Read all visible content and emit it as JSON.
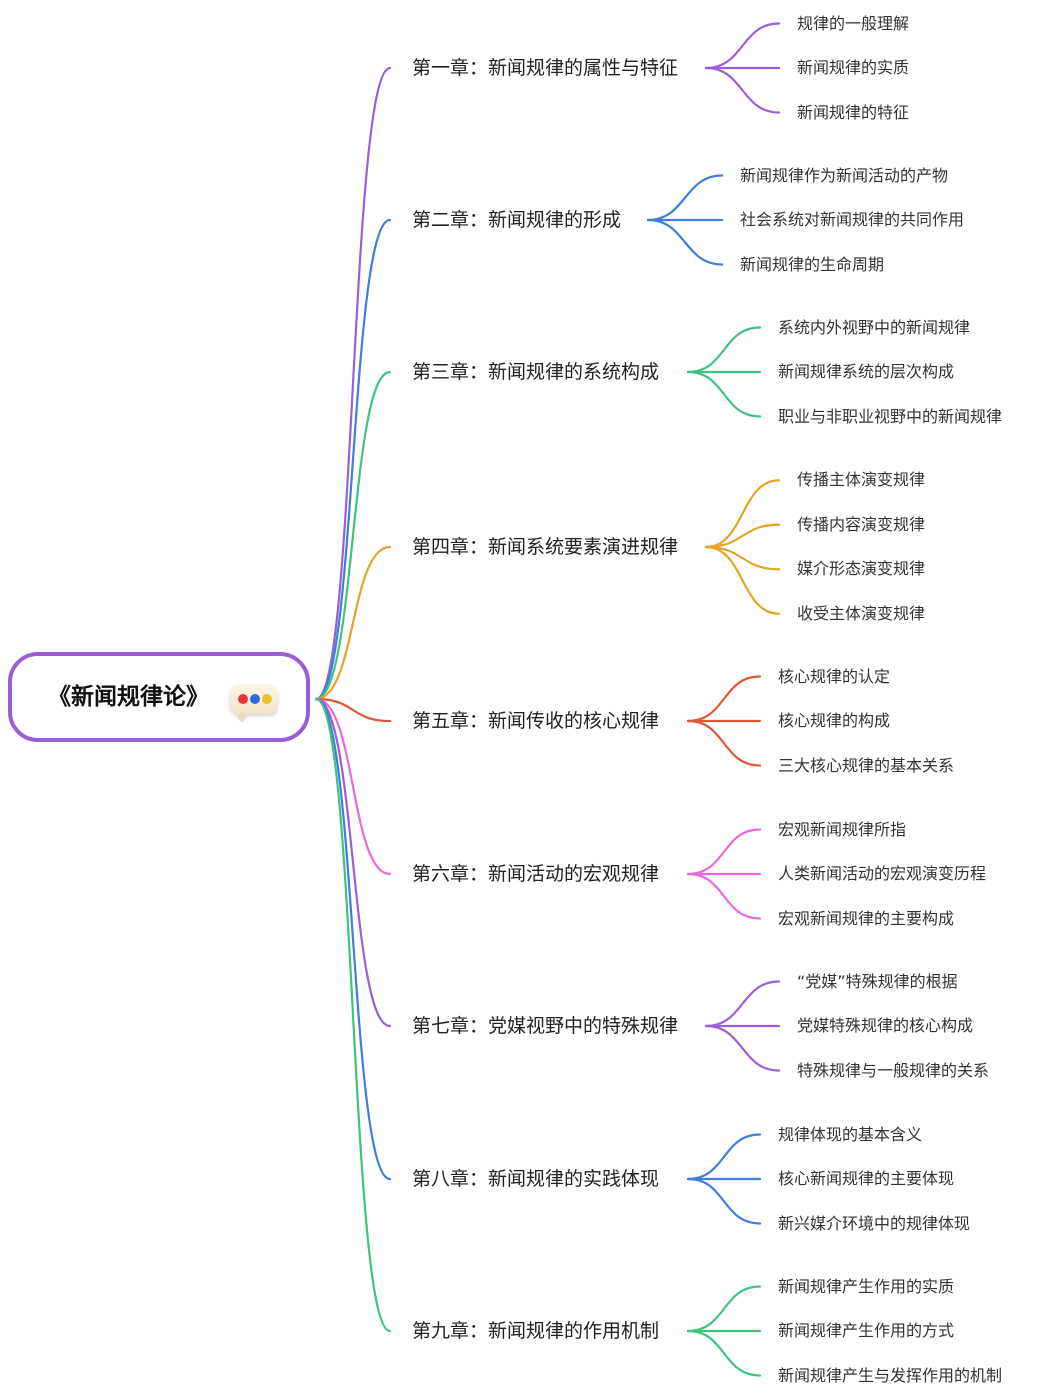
{
  "root": {
    "title": "《新闻规律论》",
    "icon": "speech-bubble-icon"
  },
  "chapters": [
    {
      "title": "第一章：新闻规律的属性与特征",
      "color": "#9a5fd6",
      "children": [
        "规律的一般理解",
        "新闻规律的实质",
        "新闻规律的特征"
      ]
    },
    {
      "title": "第二章：新闻规律的形成",
      "color": "#3f7fd9",
      "children": [
        "新闻规律作为新闻活动的产物",
        "社会系统对新闻规律的共同作用",
        "新闻规律的生命周期"
      ]
    },
    {
      "title": "第三章：新闻规律的系统构成",
      "color": "#3fc27f",
      "children": [
        "系统内外视野中的新闻规律",
        "新闻规律系统的层次构成",
        "职业与非职业视野中的新闻规律"
      ]
    },
    {
      "title": "第四章：新闻系统要素演进规律",
      "color": "#e5a428",
      "children": [
        "传播主体演变规律",
        "传播内容演变规律",
        "媒介形态演变规律",
        "收受主体演变规律"
      ]
    },
    {
      "title": "第五章：新闻传收的核心规律",
      "color": "#e0553a",
      "children": [
        "核心规律的认定",
        "核心规律的构成",
        "三大核心规律的基本关系"
      ]
    },
    {
      "title": "第六章：新闻活动的宏观规律",
      "color": "#e86ad8",
      "children": [
        "宏观新闻规律所指",
        "人类新闻活动的宏观演变历程",
        "宏观新闻规律的主要构成"
      ]
    },
    {
      "title": "第七章：党媒视野中的特殊规律",
      "color": "#9a5fd6",
      "children": [
        "“党媒”特殊规律的根据",
        "党媒特殊规律的核心构成",
        "特殊规律与一般规律的关系"
      ]
    },
    {
      "title": "第八章：新闻规律的实践体现",
      "color": "#3f7fd9",
      "children": [
        "规律体现的基本含义",
        "核心新闻规律的主要体现",
        "新兴媒介环境中的规律体现"
      ]
    },
    {
      "title": "第九章：新闻规律的作用机制",
      "color": "#3fc27f",
      "children": [
        "新闻规律产生作用的实质",
        "新闻规律产生作用的方式",
        "新闻规律产生与发挥作用的机制"
      ]
    }
  ]
}
